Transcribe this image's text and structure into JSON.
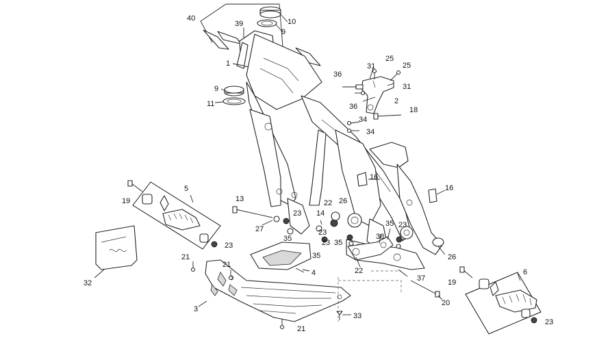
{
  "diagram": {
    "title": "",
    "callouts": [
      {
        "id": "c40a",
        "text": "40"
      },
      {
        "id": "c10",
        "text": "10"
      },
      {
        "id": "c39",
        "text": "39"
      },
      {
        "id": "c9a",
        "text": "9"
      },
      {
        "id": "c1",
        "text": "1"
      },
      {
        "id": "c9b",
        "text": "9"
      },
      {
        "id": "c11",
        "text": "11"
      },
      {
        "id": "c36a",
        "text": "36"
      },
      {
        "id": "c31a",
        "text": "31"
      },
      {
        "id": "c25a",
        "text": "25"
      },
      {
        "id": "c25b",
        "text": "25"
      },
      {
        "id": "c31b",
        "text": "31"
      },
      {
        "id": "c36b",
        "text": "36"
      },
      {
        "id": "c2",
        "text": "2"
      },
      {
        "id": "c18",
        "text": "18"
      },
      {
        "id": "c34a",
        "text": "34"
      },
      {
        "id": "c34b",
        "text": "34"
      },
      {
        "id": "c16a",
        "text": "16"
      },
      {
        "id": "c16b",
        "text": "16"
      },
      {
        "id": "c5",
        "text": "5"
      },
      {
        "id": "c19a",
        "text": "19"
      },
      {
        "id": "c23a",
        "text": "23"
      },
      {
        "id": "c13",
        "text": "13"
      },
      {
        "id": "c27",
        "text": "27"
      },
      {
        "id": "c23b",
        "text": "23"
      },
      {
        "id": "c35a",
        "text": "35"
      },
      {
        "id": "c22a",
        "text": "22"
      },
      {
        "id": "c26a",
        "text": "26"
      },
      {
        "id": "c14",
        "text": "14"
      },
      {
        "id": "c23c",
        "text": "23"
      },
      {
        "id": "c23d",
        "text": "23"
      },
      {
        "id": "c35b",
        "text": "35"
      },
      {
        "id": "c35c",
        "text": "35"
      },
      {
        "id": "c35d",
        "text": "35"
      },
      {
        "id": "c23e",
        "text": "23"
      },
      {
        "id": "c38",
        "text": "38"
      },
      {
        "id": "c22b",
        "text": "22"
      },
      {
        "id": "c26b",
        "text": "26"
      },
      {
        "id": "c37",
        "text": "37"
      },
      {
        "id": "c4",
        "text": "4"
      },
      {
        "id": "c21a",
        "text": "21"
      },
      {
        "id": "c21b",
        "text": "21"
      },
      {
        "id": "c32",
        "text": "32"
      },
      {
        "id": "c3",
        "text": "3"
      },
      {
        "id": "c33",
        "text": "33"
      },
      {
        "id": "c21c",
        "text": "21"
      },
      {
        "id": "c20",
        "text": "20"
      },
      {
        "id": "c19b",
        "text": "19"
      },
      {
        "id": "c6",
        "text": "6"
      },
      {
        "id": "c23f",
        "text": "23"
      }
    ]
  }
}
